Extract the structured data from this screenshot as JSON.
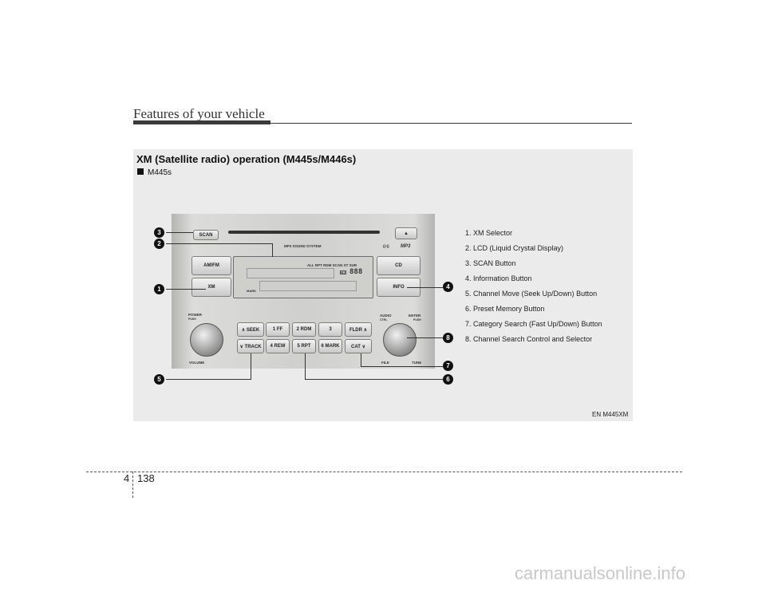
{
  "header": {
    "title": "Features of your vehicle"
  },
  "section": {
    "title": "XM (Satellite radio) operation (M445s/M446s)",
    "model": "M445s"
  },
  "radio_labels": {
    "scan": "SCAN",
    "eject": "▲",
    "system": "MP3 SOUND SYSTEM",
    "logo_text": "((•))",
    "mp3": "MP3",
    "am_fm": "AM/FM",
    "xm": "XM",
    "cd": "CD",
    "info": "INFO",
    "lcd_indicators": "ALL  RPT  RDM  SCAN  ST  SUR",
    "lcd_badge": "TR",
    "lcd_digits": "888",
    "lcd_mark": "MARK",
    "power": "POWER",
    "power_push": "PUSH",
    "volume": "VOLUME",
    "audio": "AUDIO",
    "audio_ctrl": "CTRL",
    "enter": "ENTER",
    "enter_push": "PUSH",
    "file": "FILE",
    "tune": "TUNE",
    "seek": "∧ SEEK",
    "track": "∨ TRACK",
    "preset_1": "1  FF",
    "preset_2": "2 RDM",
    "preset_3": "3",
    "preset_4": "4 REW",
    "preset_5": "5 RPT",
    "preset_6": "6 MARK",
    "fldr": "FLDR ∧",
    "cat": "CAT  ∨"
  },
  "callouts": {
    "n1": "1",
    "n2": "2",
    "n3": "3",
    "n4": "4",
    "n5": "5",
    "n6": "6",
    "n7": "7",
    "n8": "8"
  },
  "legend": [
    "1. XM Selector",
    "2. LCD (Liquid Crystal Display)",
    "3. SCAN Button",
    "4. Information Button",
    "5. Channel Move (Seek Up/Down) Button",
    "6. Preset Memory Button",
    "7. Category Search (Fast Up/Down) Button",
    "8. Channel Search Control and Selector"
  ],
  "figure_code": "EN M445XM",
  "footer": {
    "chapter": "4",
    "page": "138"
  },
  "watermark": "carmanualsonline.info"
}
